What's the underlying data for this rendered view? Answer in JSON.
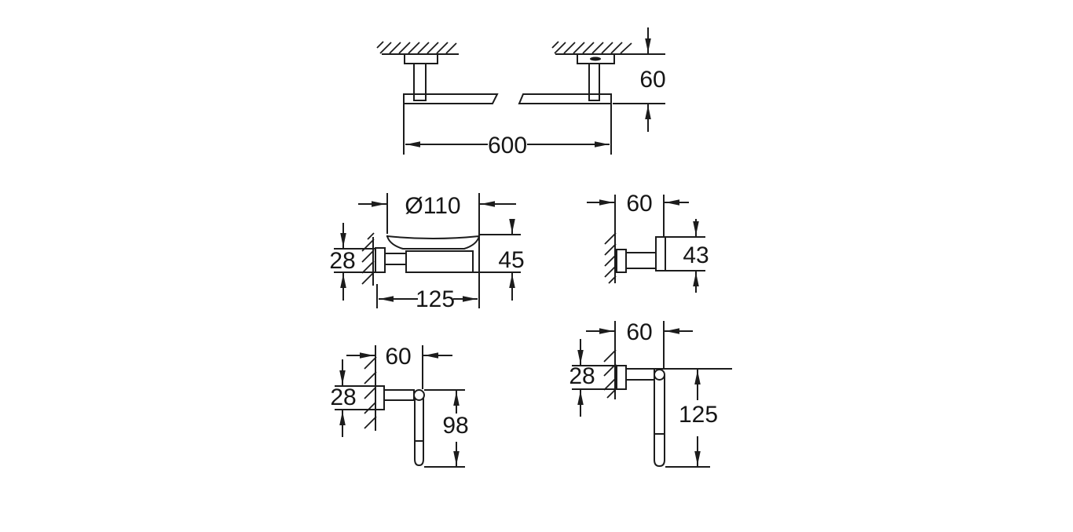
{
  "canvas": {
    "background": "#ffffff",
    "line_color": "#1c1c1c"
  },
  "drawings": {
    "towel_rail": {
      "length": "600",
      "height": "60"
    },
    "soap_dish": {
      "diameter": "Ø110",
      "height": "45",
      "mount_height": "28",
      "depth": "125"
    },
    "robe_hook": {
      "depth": "60",
      "height": "43"
    },
    "paper_holder": {
      "depth": "60",
      "mount_height": "28",
      "drop_length": "98"
    },
    "paper_holder_long": {
      "depth": "60",
      "mount_height": "28",
      "drop_length": "125"
    }
  }
}
